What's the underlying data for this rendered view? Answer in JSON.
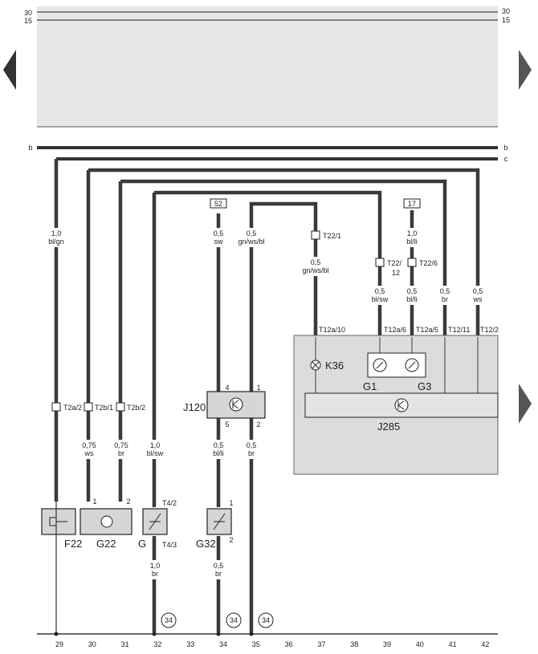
{
  "rails": {
    "r30_left": "30",
    "r30_right": "30",
    "r15_left": "15",
    "r15_right": "15",
    "b_left": "b",
    "b_right": "b",
    "c_right": "c"
  },
  "wires": {
    "w29": {
      "gauge": "1,0",
      "color": "bl/gn"
    },
    "w30": {
      "gauge": "0,75",
      "color": "ws"
    },
    "w31": {
      "gauge": "0,75",
      "color": "br"
    },
    "w32_top": {
      "gauge": "1,0",
      "color": "bl/sw"
    },
    "w32_bot": {
      "gauge": "1,0",
      "color": "br"
    },
    "w34_top": {
      "gauge": "0,5",
      "color": "sw"
    },
    "w34_mid": {
      "gauge": "0,5",
      "color": "bl/li"
    },
    "w34_bot": {
      "gauge": "0,5",
      "color": "br"
    },
    "w35_top": {
      "gauge": "0,5",
      "color": "gn/ws/bl"
    },
    "w35_bot": {
      "gauge": "0,5",
      "color": "br"
    },
    "w37": {
      "gauge": "0,5",
      "color": "gn/ws/bl"
    },
    "w39": {
      "gauge": "0,5",
      "color": "bl/sw"
    },
    "w40_top": {
      "gauge": "1,0",
      "color": "bl/li"
    },
    "w40_bot": {
      "gauge": "0,5",
      "color": "bl/li"
    },
    "w41": {
      "gauge": "0,5",
      "color": "br"
    },
    "w42": {
      "gauge": "0,5",
      "color": "ws"
    }
  },
  "refs": {
    "box52": "52",
    "box17": "17",
    "ground": "34"
  },
  "connectors": {
    "t2a2": "T2a/2",
    "t2b1": "T2b/1",
    "t2b2": "T2b/2",
    "t22_1": "T22/1",
    "t22_12a": "T22/",
    "t22_12b": "12",
    "t22_6": "T22/6",
    "t12a10": "T12a/10",
    "t12a6": "T12a/6",
    "t12a5": "T12a/5",
    "t12_11": "T12/11",
    "t12_2": "T12/2",
    "t4_2": "T4/2",
    "t4_3": "T4/3"
  },
  "pins": {
    "p1": "1",
    "p2": "2",
    "p4": "4",
    "p5": "5"
  },
  "components": {
    "f22": "F22",
    "g22": "G22",
    "g": "G",
    "g32": "G32",
    "j120": "J120",
    "j285": "J285",
    "k36": "K36",
    "g1": "G1",
    "g3": "G3"
  },
  "columns": [
    "29",
    "30",
    "31",
    "32",
    "33",
    "34",
    "35",
    "36",
    "37",
    "38",
    "39",
    "40",
    "41",
    "42"
  ]
}
